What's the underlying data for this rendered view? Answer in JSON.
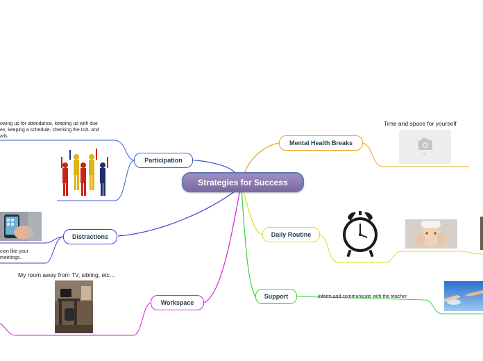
{
  "central": "Strategies for Success",
  "branches": {
    "participation": {
      "label": "Participation",
      "note_lines": [
        "owing up for attendance, keeping up with due",
        "es, keeping a schedule, checking the D2L and",
        "ails."
      ],
      "image_icon": "crowd-hands-raised-image"
    },
    "distractions": {
      "label": "Distractions",
      "note_lines": [
        "cion like your",
        "meetings."
      ],
      "image_icon": "smartphone-in-hand-image"
    },
    "workspace": {
      "label": "Workspace",
      "note": "My room away from TV, sibling, etc...",
      "image_icon": "desk-room-photo"
    },
    "mental_health": {
      "label": "Mental Health Breaks",
      "note": "Time and space for yourself",
      "image_icon": "camera-placeholder-icon"
    },
    "daily_routine": {
      "label": "Daily Routine",
      "image_icons": [
        "alarm-clock-image",
        "face-washing-photo",
        "partial-photo"
      ]
    },
    "support": {
      "label": "Support",
      "note": "Inform and communicate with the teacher",
      "image_icon": "reaching-hands-sky-image"
    }
  },
  "colors": {
    "participation": "#3b5bd6",
    "distractions": "#5b2fd6",
    "workspace": "#d020d8",
    "mental_health": "#f0a020",
    "daily_routine": "#d8e020",
    "support": "#40d040",
    "central_fill": "#8e7db3",
    "central_border": "#5a78b8"
  }
}
